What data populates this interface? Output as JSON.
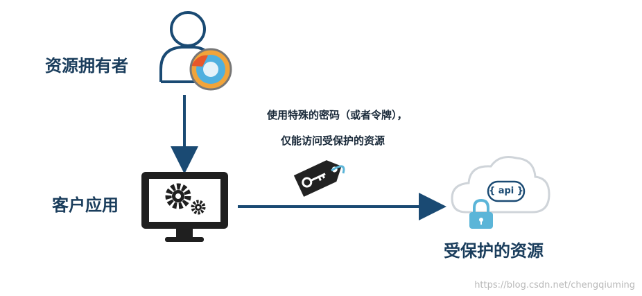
{
  "nodes": {
    "owner": "资源拥有者",
    "client": "客户应用",
    "resource": "受保护的资源"
  },
  "note": {
    "line1": "使用特殊的密码（或者令牌），",
    "line2": "仅能访问受保护的资源"
  },
  "api_badge": "{ api }",
  "watermark": "https://blog.csdn.net/chengqiuming",
  "colors": {
    "navy": "#1a4a73",
    "accent": "#5bb5d8",
    "label": "#1a3d5c"
  }
}
